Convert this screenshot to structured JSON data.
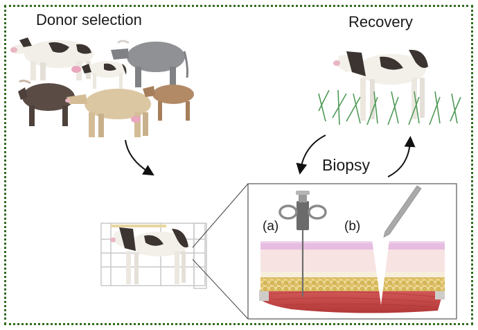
{
  "figure": {
    "sections": {
      "donor_selection": {
        "title": "Donor selection"
      },
      "recovery": {
        "title": "Recovery"
      },
      "biopsy": {
        "label": "Biopsy"
      }
    },
    "inset": {
      "panel_a_label": "(a)",
      "panel_b_label": "(b)",
      "panel_a_tool": "biopsy-needle-icon",
      "panel_b_tool": "scalpel-icon"
    },
    "colors": {
      "frame_border": "#2e6b1e",
      "skin_epidermis": "#e6bde0",
      "skin_dermis": "#f8e3e3",
      "fat": "#e2c46a",
      "muscle": "#c24a4a",
      "grass": "#4f9a57",
      "arrow": "#111111"
    }
  }
}
